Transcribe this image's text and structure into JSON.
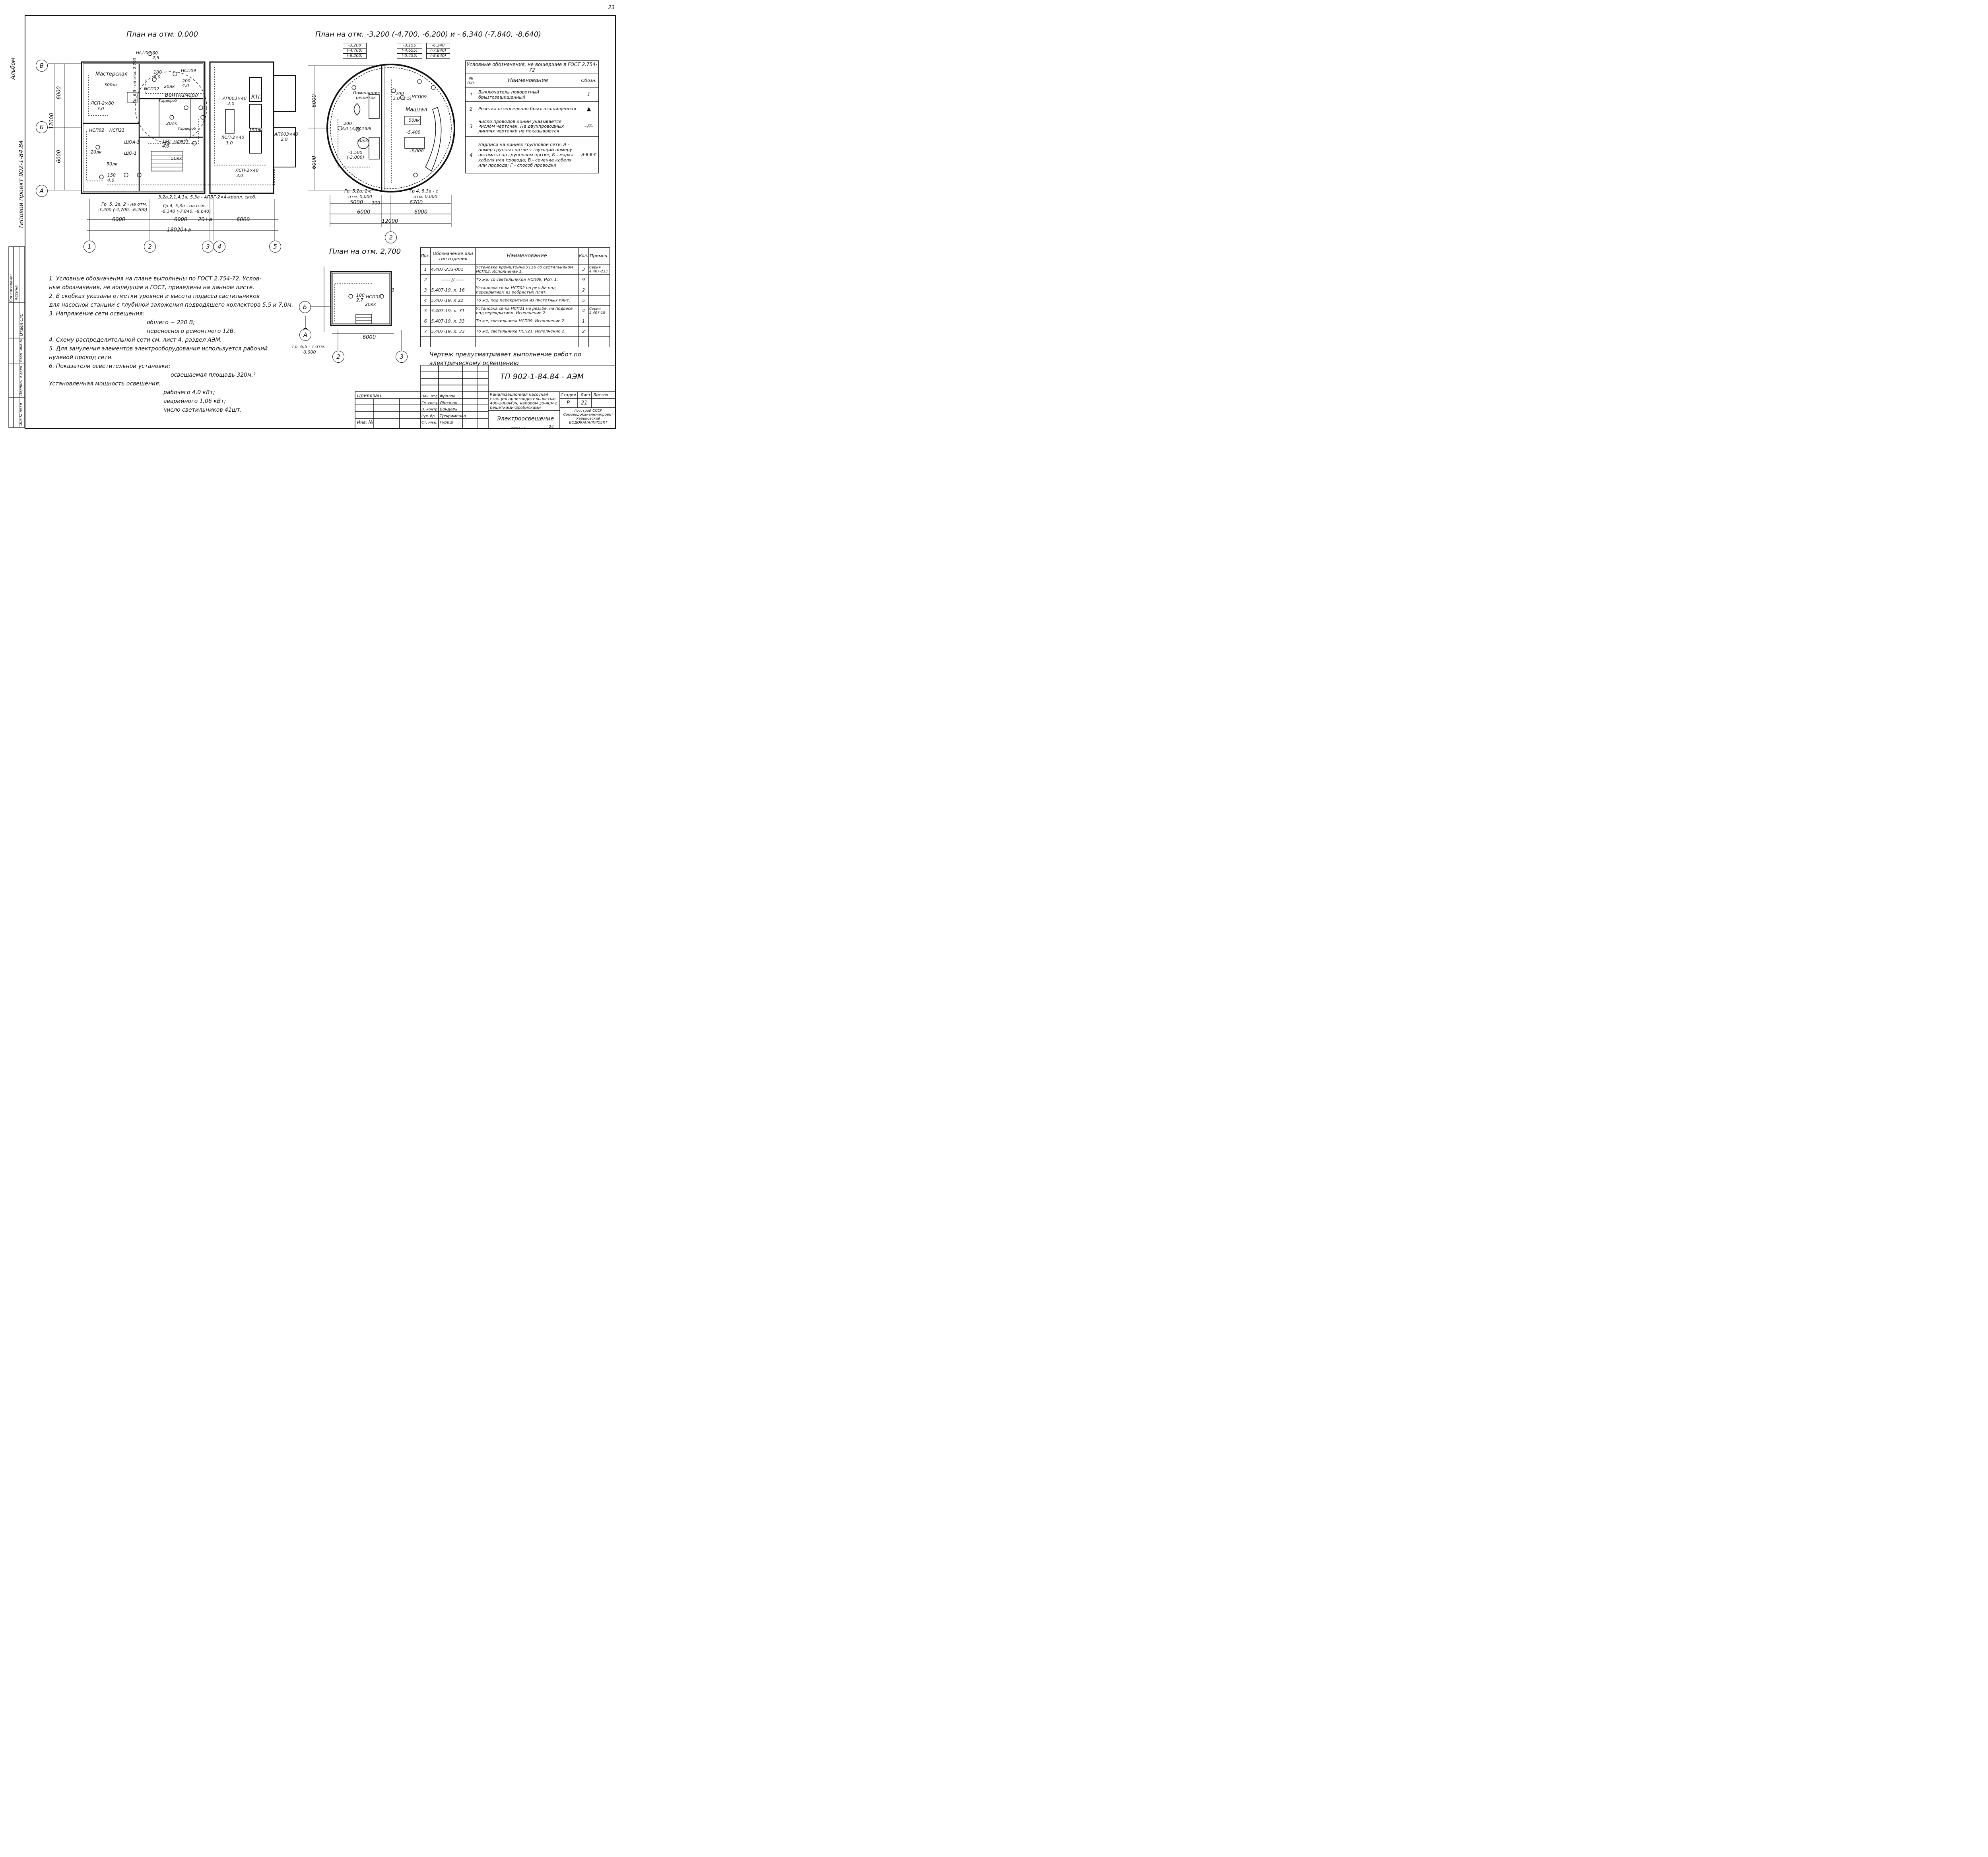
{
  "page_number": "23",
  "side": {
    "album": "Альбом",
    "project": "Типовой проект 902-1-84.84",
    "columns": [
      "Согласовано:",
      "Отдел СлС",
      "Хесина",
      "Инв.№ подл",
      "Подпись и дата",
      "Взам. инв.№"
    ]
  },
  "plan0": {
    "title": "План на отм. 0,000",
    "rooms": {
      "masterskaya": "Мастерская",
      "masterskaya_lux": "300лк",
      "ventkamera": "Венткамера",
      "ventkamera_lux": "20лк",
      "lux50": "50лк",
      "lux50b": "50лк",
      "lux20": "20лк",
      "lux20b": "20лк",
      "lux150": "150лк",
      "ktp": "КТП",
      "garderob": "Гардероб",
      "garderob2": "Гардероб"
    },
    "marks": {
      "nsp02_top": "НСП02",
      "nsp02_left": "НСП02",
      "nsp02_mid": "НСП02",
      "nsp09": "НСП09",
      "nsp21": "НСП21",
      "nsp21b": "НСП21",
      "lsp_280": "ЛСП-2×80",
      "lsp_280_v": "3,0",
      "lsp_240": "ЛСП-2×40",
      "lsp_240_v": "3,0",
      "lsp_240b": "ЛСП-2×40",
      "lsp_240b_v": "3,0",
      "ap_a": "АП003×40",
      "ap_a_v": "2,0",
      "ap_b": "АП003×40",
      "ap_b_v": "2,0",
      "shchoa": "ЩОА-1",
      "shcho": "ЩО-1",
      "gr65": "Гр. 6,5 - на отм. 2,700",
      "f60": "60",
      "f25": "2,5",
      "f100": "100",
      "f30": "3,0",
      "f200": "200",
      "f40": "4,0",
      "f150": "150",
      "f40b": "4,0",
      "f150b": "150",
      "f40c": "4,0"
    },
    "cable_note": "3,2а,2,1,4,1а, 5,3а - АПВГ-2×4-крепл. скоб.",
    "group1": "Гр. 5, 2а, 2 - на отм.",
    "group1b": "-3,200 (-4,700, -6,200)",
    "group2": "Гр.4, 5,3а - на отм.",
    "group2b": "-6,340 (-7,840, -8,640)",
    "dims": {
      "d1": "6000",
      "d2": "6000",
      "d3": "20+а",
      "d4": "6000",
      "total": "18020+а",
      "v1": "6000",
      "v2": "6000",
      "vtotal": "12000"
    },
    "axes": {
      "B": "В",
      "Bb": "Б",
      "A": "А",
      "n1": "1",
      "n2": "2",
      "n3": "3",
      "n4": "4",
      "n5": "5"
    }
  },
  "plan1": {
    "title": "План на отм. -3,200 (-4,700, -6,200) и - 6,340 (-7,840, -8,640)",
    "boxes": [
      [
        "-3,200",
        "(-4,700)",
        "(-6,200)"
      ],
      [
        "-3,155",
        "(-4,655)",
        "(-5,455)"
      ],
      [
        "-6,340",
        "(-7,840)",
        "(-8,640)"
      ]
    ],
    "rooms": {
      "pom": "Помещение",
      "pom2": "решеток",
      "mashzal": "Машзал",
      "lux50a": "50лк",
      "lux50b": "50лк"
    },
    "marks": {
      "nsp09a": "НСП09",
      "nsp09b": "НСП09",
      "v200a": "200",
      "v30a": "3,0 (3,5)",
      "v200b": "200",
      "v30b": "3,0 (3,5)",
      "lvl1": "-5,400",
      "lvl2": "-3,000",
      "lvl3": "-1,500",
      "lvl4": "(-3,000)"
    },
    "gr_left": "Гр. 5,2а, 2-с",
    "gr_left2": "отм. 0,000",
    "gr_right": "Гр 4, 5,3а - с",
    "gr_right2": "отм. 0,000",
    "dims": {
      "d1": "5000",
      "d2": "300",
      "d3": "6700",
      "d4": "6000",
      "d5": "6000",
      "total": "12000",
      "v1": "6000",
      "v2": "6000"
    },
    "axis": "2"
  },
  "plan2": {
    "title": "План на отм. 2,700",
    "marks": {
      "v100": "100",
      "v27": "2,7",
      "nsp02": "НСП02",
      "lux": "20лк",
      "n3": "3"
    },
    "gr": "Гр. 6,5 - с отм.",
    "gr2": "0,000",
    "dim": "6000",
    "axes": {
      "Bb": "Б",
      "A": "А",
      "n2": "2",
      "n3": "3"
    }
  },
  "legend": {
    "title": "Условные обозначения, не вошедшие в ГОСТ 2.754-72",
    "headers": [
      "№ п.п.",
      "Наименование",
      "Обозн."
    ],
    "rows": [
      {
        "n": "1",
        "name": "Выключатель поворотный брызгозащищенный"
      },
      {
        "n": "2",
        "name": "Розетка штепсельная брызгозащищенная"
      },
      {
        "n": "3",
        "name": "Число проводов линии указывается числом черточек. На двухпроводных линиях черточки не показываются"
      },
      {
        "n": "4",
        "name": "Надписи на линиях групповой сети: А - номер группы соответствующий номеру автомата на групповом щитке; Б - марка кабеля или провода; В - сечение кабеля или провода; Г - способ проводки",
        "sym": "А-Б-В-Г"
      }
    ]
  },
  "spec": {
    "headers": [
      "Поз.",
      "Обозначение или тип изделия",
      "Наименование",
      "Кол.",
      "Примеч."
    ],
    "rows": [
      [
        "1",
        "4.407-233-001",
        "Установка кронштейна У116 со светильником НСП02. Исполнение 1.",
        "3",
        "Серия 4.407-233"
      ],
      [
        "2",
        "—— // ——",
        "То же, со светильником НСП09. Исп. 1.",
        "9",
        ""
      ],
      [
        "3",
        "5.407-19, л. 16",
        "Установка св-ка НСП02 на резьбе под перекрытием из ребристых плит.",
        "2",
        ""
      ],
      [
        "4",
        "5.407-19, л 22",
        "То же, под перекрытием из пустотных плит.",
        "5",
        ""
      ],
      [
        "5",
        "5.407-19, л. 31",
        "Установка св-ка НСП21 на резьбе, на подвесе под перекрытием. Исполнение 2.",
        "4",
        "Серия 5.407-19"
      ],
      [
        "6",
        "5.407-19, л. 33",
        "То же, светильника НСП09. Исполнение 2.",
        "1",
        ""
      ],
      [
        "7",
        "5.407-19, л. 33",
        "То же, светильника НСП21. Исполнение 2.",
        "2",
        ""
      ]
    ]
  },
  "notes": [
    "1. Условные обозначения на плане выполнены по ГОСТ 2.754-72. Услов-",
    "ные обозначения, не вошедшие в ГОСТ, приведены на данном листе.",
    "2. В скобках указаны отметки уровней и высота подвеса светильников",
    "для насосной станции с глубиной заложения подводящего коллектора 5,5 и 7,0м.",
    "3. Напряжение сети освещения:",
    "общего ~ 220 В;",
    "переносного ремонтного 12В.",
    "4. Схему распределительной сети см. лист 4, раздел АЭМ.",
    "5. Для зануления элементов электрооборудования используется рабочий",
    "нулевой провод сети.",
    "6. Показатели осветительной установки:",
    "освещаемая площадь 320м.²",
    "Установленная мощность освещения:",
    "рабочего 4,0 кВт;",
    "аварийного 1,06 кВт;",
    "число светильников 41шт."
  ],
  "drawing_note": "Чертеж предусматривает выполнение работ по электрическому освещению",
  "stamp": {
    "code": "ТП 902-1-84.84 - АЭМ",
    "privyazan": "Привязан:",
    "inv": "Инв. №",
    "roles": [
      "Нач. отд",
      "Гл. спец.",
      "Н. контр.",
      "Рук. бр.",
      "Ст. инж."
    ],
    "names": [
      "Фролов",
      "Обозная",
      "Бондарь",
      "Трофименко",
      "Гуриш"
    ],
    "object": "Канализационная насосная станция производительностью 400-2000м³/ч, напором 30-40м с решетками-дробилками",
    "sheet_title": "Электроосвещение",
    "stage_h": "Стадия",
    "sheet_h": "Лист",
    "sheets_h": "Листов",
    "stage": "Р",
    "sheet": "21",
    "org": "Госстрой СССР Союзводоканалниипроект Харьковский ВОДОКАНАЛПРОЕКТ",
    "bottom_code": "19584-07",
    "bottom_n": "24"
  }
}
